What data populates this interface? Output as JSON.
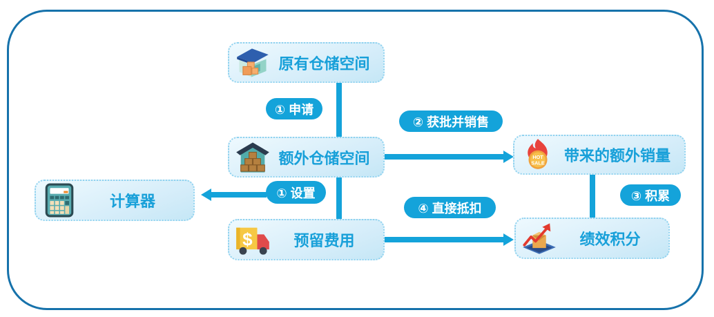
{
  "panel": {
    "background": "#ffffff",
    "border_color": "#1672ab"
  },
  "palette": {
    "accent_blue": "#14a3da",
    "node_text_blue": "#18a0d9",
    "node_border_blue": "#8fd2ef",
    "node_fill_light": "#eef9fe",
    "node_fill_dark": "#c5e7f6"
  },
  "nodes": {
    "original_storage": {
      "label": "原有仓储空间",
      "icon": "warehouse-blue-roof-icon"
    },
    "extra_storage": {
      "label": "额外仓储空间",
      "icon": "warehouse-dark-roof-icon"
    },
    "extra_sales": {
      "label": "带来的额外销量",
      "icon": "hot-sale-flame-icon"
    },
    "performance_points": {
      "label": "绩效积分",
      "icon": "rising-chart-box-icon"
    },
    "calculator": {
      "label": "计算器",
      "icon": "calculator-icon"
    },
    "reserved_fee": {
      "label": "预留费用",
      "icon": "money-truck-icon"
    }
  },
  "steps": {
    "apply": "① 申请",
    "approve_sell": "② 获批并销售",
    "setup": "① 设置",
    "accumulate": "③ 积累",
    "deduct": "④ 直接抵扣"
  },
  "badges": {
    "hot_sale": {
      "line1": "HOT",
      "line2": "SALE"
    },
    "dollar": "$"
  }
}
